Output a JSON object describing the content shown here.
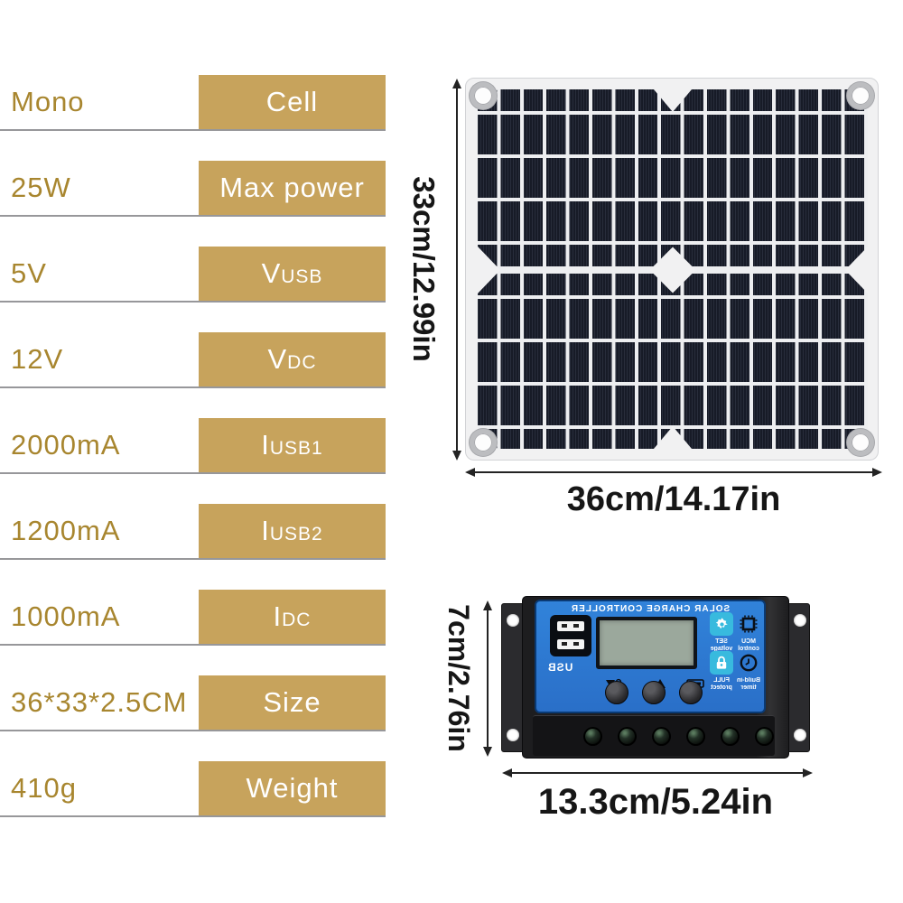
{
  "specs": {
    "rows": [
      {
        "value": "Mono",
        "label_main": "Cell",
        "label_sub": ""
      },
      {
        "value": "25W",
        "label_main": "Max power",
        "label_sub": ""
      },
      {
        "value": "5V",
        "label_main": "V",
        "label_sub": "USB"
      },
      {
        "value": "12V",
        "label_main": "V",
        "label_sub": "DC"
      },
      {
        "value": "2000mA",
        "label_main": "I",
        "label_sub": "USB1"
      },
      {
        "value": "1200mA",
        "label_main": "I",
        "label_sub": "USB2"
      },
      {
        "value": "1000mA",
        "label_main": "I",
        "label_sub": "DC"
      },
      {
        "value": "36*33*2.5CM",
        "label_main": "Size",
        "label_sub": ""
      },
      {
        "value": "410g",
        "label_main": "Weight",
        "label_sub": ""
      }
    ],
    "colors": {
      "badge_bg": "#c7a35c",
      "value_text": "#a8862f",
      "separator": "#97979a"
    }
  },
  "panel": {
    "height_label": "33cm/12.99in",
    "width_label": "36cm/14.17in",
    "cell_color": "#171b27"
  },
  "controller": {
    "title": "SOLAR CHARGE CONTROLLER",
    "usb_label": "USB",
    "badges": [
      {
        "icon": "gear-icon",
        "line1": "SET",
        "line2": "voltage"
      },
      {
        "icon": "mcu-icon",
        "line1": "MCU",
        "line2": "control"
      },
      {
        "icon": "lock-icon",
        "line1": "FULL",
        "line2": "protect"
      },
      {
        "icon": "clock-icon",
        "line1": "Build-in",
        "line2": "timer"
      }
    ],
    "height_label": "7cm/2.76in",
    "width_label": "13.3cm/5.24in",
    "colors": {
      "face_blue": "#2d79d2",
      "badge_cyan": "#38bade"
    }
  }
}
